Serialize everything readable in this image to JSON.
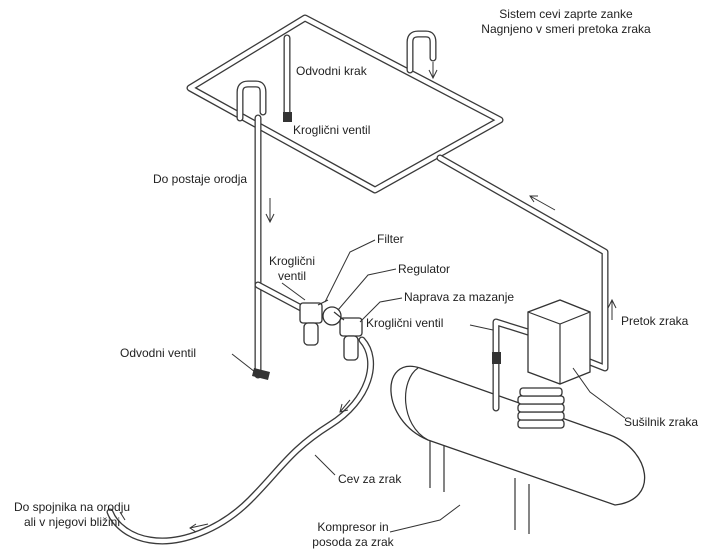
{
  "labels": {
    "closed_loop_line1": "Sistem cevi zaprte zanke",
    "closed_loop_line2": "Nagnjeno v smeri pretoka zraka",
    "drain_leg": "Odvodni krak",
    "ball_valve_top": "Kroglični ventil",
    "to_tool_station": "Do postaje orodja",
    "filter": "Filter",
    "ball_valve_mid_line1": "Kroglični",
    "ball_valve_mid_line2": "ventil",
    "regulator": "Regulator",
    "lubricator": "Naprava za mazanje",
    "ball_valve_right": "Kroglični ventil",
    "air_flow": "Pretok zraka",
    "drain_valve": "Odvodni ventil",
    "air_dryer": "Sušilnik zraka",
    "air_hose": "Cev za zrak",
    "to_coupler_line1": "Do spojnika na orodju",
    "to_coupler_line2": "ali v njegovi bližini",
    "compressor_line1": "Kompresor in",
    "compressor_line2": "posoda za zrak"
  }
}
